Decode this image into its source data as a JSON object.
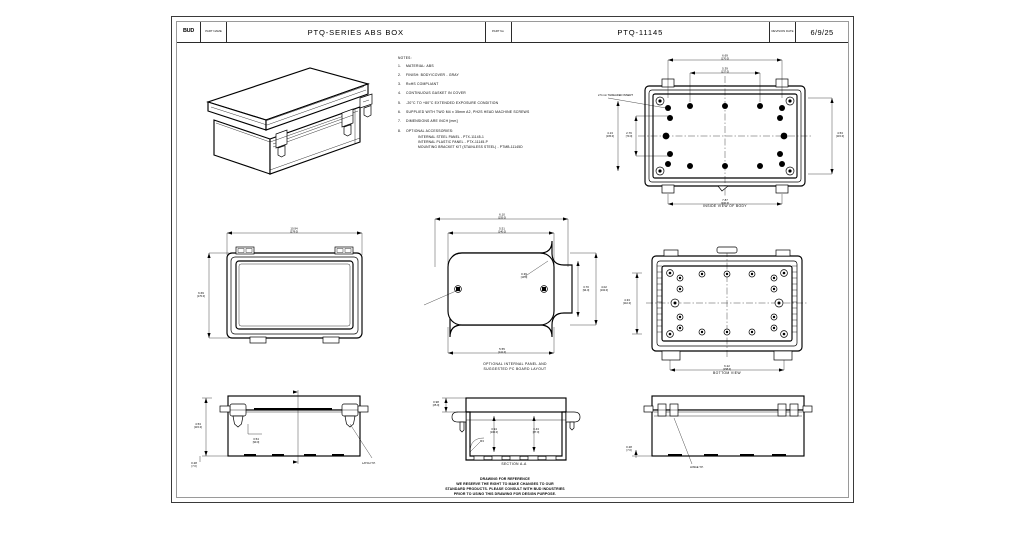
{
  "title_block": {
    "logo": "BUD",
    "part_name_label": "PART NAME",
    "part_name": "PTQ-SERIES ABS BOX",
    "part_no_label": "PART No",
    "part_no": "PTQ-11145",
    "revision_label": "REVISION DATE",
    "revision_date": "6/9/25"
  },
  "notes": {
    "heading": "NOTES:",
    "items": [
      {
        "n": "1.",
        "text": "MATERIAL: ABS"
      },
      {
        "n": "2.",
        "text": "FINISH: BODY/COVER - GRAY"
      },
      {
        "n": "3.",
        "text": "RoHS COMPLIANT"
      },
      {
        "n": "4.",
        "text": "CONTINUOUS GASKET IN COVER"
      },
      {
        "n": "5.",
        "text": "-20°C TO +80°C EXTENDED EXPOSURE CONDITION"
      },
      {
        "n": "6.",
        "text": "SUPPLIED WITH TWO M4 x 35mm A2, PH2S HEAD MACHINE SCREWS"
      },
      {
        "n": "7.",
        "text": "DIMENSIONS ARE INCH [mm]"
      },
      {
        "n": "8.",
        "text": "OPTIONAL ACCESSORIES:"
      }
    ],
    "accessories": [
      "INTERNAL STEEL PANEL - PTX-11145-1",
      "INTERNAL PLASTIC PANEL - PTX-11145-P",
      "MOUNTING BRACKET KIT (STAINLESS STEEL) - PTMB-11145D"
    ]
  },
  "views": {
    "iso": {
      "label": ""
    },
    "inside_body": {
      "label": "INSIDE VIEW OF BODY",
      "note": "2.5 mm THREADED INSERT",
      "dims": {
        "top_outer": {
          "in": "6.69",
          "mm": "[170.0]"
        },
        "top_inner": {
          "in": "5.39",
          "mm": "[137.0]"
        },
        "bottom": {
          "in": "7.87",
          "mm": "[200.0]"
        },
        "left_v": {
          "in": "4.13",
          "mm": "[105.0]"
        },
        "right_v": {
          "in": "4.53",
          "mm": "[115.0]"
        },
        "inner_v": {
          "in": "2.76",
          "mm": "[70.0]"
        }
      }
    },
    "top_view": {
      "label": "",
      "dims": {
        "width": {
          "in": "10.94",
          "mm": "[278.0]"
        },
        "height": {
          "in": "6.69",
          "mm": "[170.0]"
        }
      }
    },
    "panel": {
      "label_line1": "OPTIONAL INTERNAL PANEL AND",
      "label_line2": "SUGGESTED PC BOARD LAYOUT",
      "dims": {
        "top_outer": {
          "in": "6.10",
          "mm": "[155.0]"
        },
        "top_inner": {
          "in": "5.51",
          "mm": "[140.0]"
        },
        "bottom": {
          "in": "5.55",
          "mm": "[141.0]"
        },
        "right_outer": {
          "in": "4.02",
          "mm": "[102.0]"
        },
        "right_inner": {
          "in": "3.70",
          "mm": "[94.0]"
        },
        "radius": {
          "in": "0.39",
          "mm": "[10.0]"
        }
      }
    },
    "bottom_view": {
      "label": "BOTTOM VIEW",
      "dims": {
        "height": {
          "in": "4.33",
          "mm": "[110.0]"
        },
        "width": {
          "in": "6.22",
          "mm": "[158.0]"
        }
      }
    },
    "front_view": {
      "label": "LATCH T.P.",
      "dims": {
        "height": {
          "in": "4.53",
          "mm": "[115.0]"
        },
        "inner": {
          "in": "3.54",
          "mm": "[90.0]"
        },
        "foot": {
          "in": "0.28",
          "mm": "[7.0]"
        }
      }
    },
    "section": {
      "label": "SECTION A-A",
      "dims": {
        "lid": {
          "in": "0.98",
          "mm": "[25.0]"
        },
        "depth": {
          "in": "3.94",
          "mm": "[100.0]"
        },
        "inner": {
          "in": "3.43",
          "mm": "[87.0]"
        },
        "radius": {
          "in": "R3"
        }
      }
    },
    "rear_view": {
      "label": "HINGE T.P.",
      "dims": {
        "foot": {
          "in": "0.28",
          "mm": "[7.0]"
        }
      }
    }
  },
  "disclaimer": {
    "line1": "DRAWING FOR REFERENCE",
    "line2": "WE RESERVE THE RIGHT TO MAKE CHANGES TO OUR",
    "line3": "STANDARD PRODUCTS. PLEASE CONSULT WITH BUD INDUSTRIES",
    "line4": "PRIOR TO USING THIS DRAWING FOR DESIGN PURPOSE."
  }
}
